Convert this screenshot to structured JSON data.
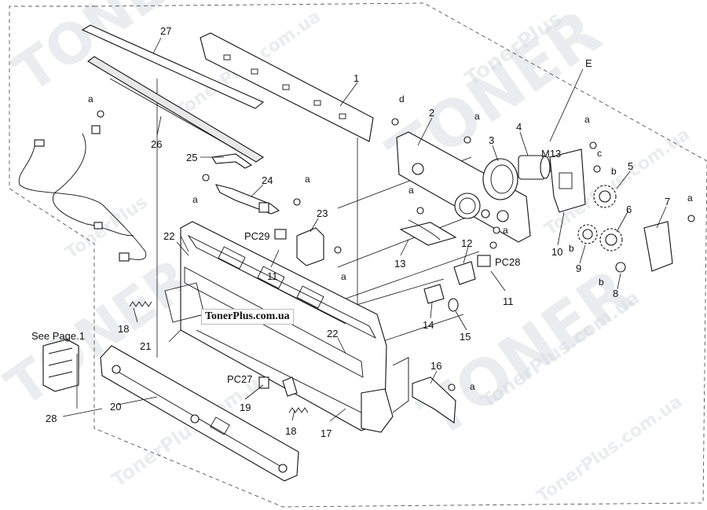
{
  "watermark": {
    "brand": "TonerPlus",
    "site": "TonerPlus.com.ua",
    "mark": "TONER"
  },
  "site_label": "TonerPlus.com.ua",
  "see_page_note": "See Page.1",
  "labels": {
    "p1": "1",
    "p2": "2",
    "p3": "3",
    "p4": "4",
    "p5": "5",
    "p6": "6",
    "p7": "7",
    "p8": "8",
    "p9": "9",
    "p10": "10",
    "p11a": "11",
    "p11b": "11",
    "p12": "12",
    "p13": "13",
    "p14": "14",
    "p15": "15",
    "p16": "16",
    "p17": "17",
    "p18a": "18",
    "p18b": "18",
    "p19": "19",
    "p20": "20",
    "p21": "21",
    "p22a": "22",
    "p22b": "22",
    "p23": "23",
    "p24": "24",
    "p25": "25",
    "p26": "26",
    "p27": "27",
    "p28": "28",
    "assembly_e": "E",
    "m13": "M13",
    "pc27": "PC27",
    "pc28": "PC28",
    "pc29": "PC29",
    "screw_a": "a",
    "screw_b": "b",
    "screw_c": "c",
    "screw_d": "d"
  },
  "colors": {
    "line": "#111111",
    "watermark": "#d9dde3",
    "background": "#ffffff"
  }
}
